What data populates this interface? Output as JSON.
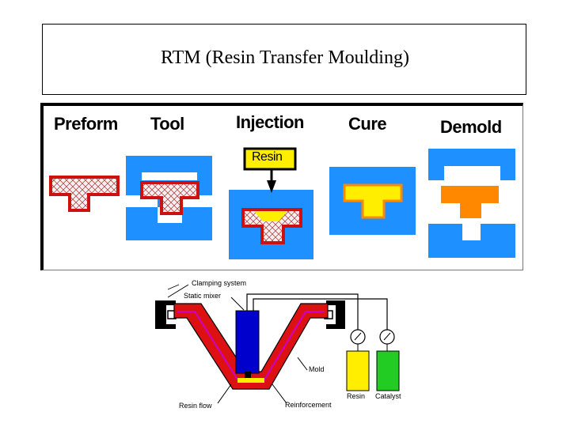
{
  "title": "RTM (Resin Transfer Moulding)",
  "stages": [
    {
      "label": "Preform"
    },
    {
      "label": "Tool"
    },
    {
      "label": "Injection"
    },
    {
      "label": "Cure"
    },
    {
      "label": "Demold"
    }
  ],
  "injection_box_label": "Resin",
  "schematic": {
    "labels": {
      "clamping": "Clamping system",
      "mixer": "Static mixer",
      "mold": "Mold",
      "resin": "Resin",
      "catalyst": "Catalyst",
      "resin_flow": "Resin flow",
      "reinforcement": "Reinforcement"
    }
  },
  "colors": {
    "mold_blue": "#1e90ff",
    "preform_red": "#cc1111",
    "resin_yellow": "#ffee00",
    "cured_orange": "#ff8800",
    "mixer_blue": "#0000cc",
    "catalyst_green": "#22cc22"
  }
}
